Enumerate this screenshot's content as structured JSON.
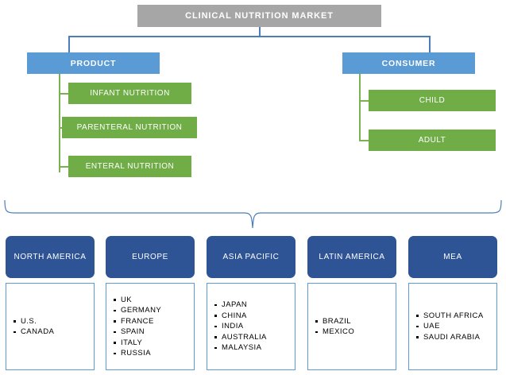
{
  "diagram": {
    "title": "CLINICAL NUTRITION MARKET",
    "segmentation_branches": [
      {
        "id": "product",
        "label": "PRODUCT",
        "children": [
          {
            "label": "INFANT NUTRITION"
          },
          {
            "label": "PARENTERAL NUTRITION"
          },
          {
            "label": "ENTERAL NUTRITION"
          }
        ]
      },
      {
        "id": "consumer",
        "label": "CONSUMER",
        "children": [
          {
            "label": "CHILD"
          },
          {
            "label": "ADULT"
          }
        ]
      }
    ],
    "regions": [
      {
        "id": "north-america",
        "label": "NORTH AMERICA",
        "countries": [
          "U.S.",
          "CANADA"
        ]
      },
      {
        "id": "europe",
        "label": "EUROPE",
        "countries": [
          "UK",
          "GERMANY",
          "FRANCE",
          "SPAIN",
          "ITALY",
          "RUSSIA"
        ]
      },
      {
        "id": "asia-pacific",
        "label": "ASIA PACIFIC",
        "countries": [
          "JAPAN",
          "CHINA",
          "INDIA",
          "AUSTRALIA",
          "MALAYSIA"
        ]
      },
      {
        "id": "latin-america",
        "label": "LATIN AMERICA",
        "countries": [
          "BRAZIL",
          "MEXICO"
        ]
      },
      {
        "id": "mea",
        "label": "MEA",
        "countries": [
          "SOUTH AFRICA",
          "UAE",
          "SAUDI ARABIA"
        ]
      }
    ],
    "colors": {
      "root": "#a6a6a6",
      "category": "#5b9bd5",
      "leaf": "#70ad47",
      "region": "#2e5496",
      "connector_blue": "#4a7ebb",
      "connector_green": "#7cb152",
      "text_light": "#ffffff",
      "text_dark": "#000000"
    }
  }
}
